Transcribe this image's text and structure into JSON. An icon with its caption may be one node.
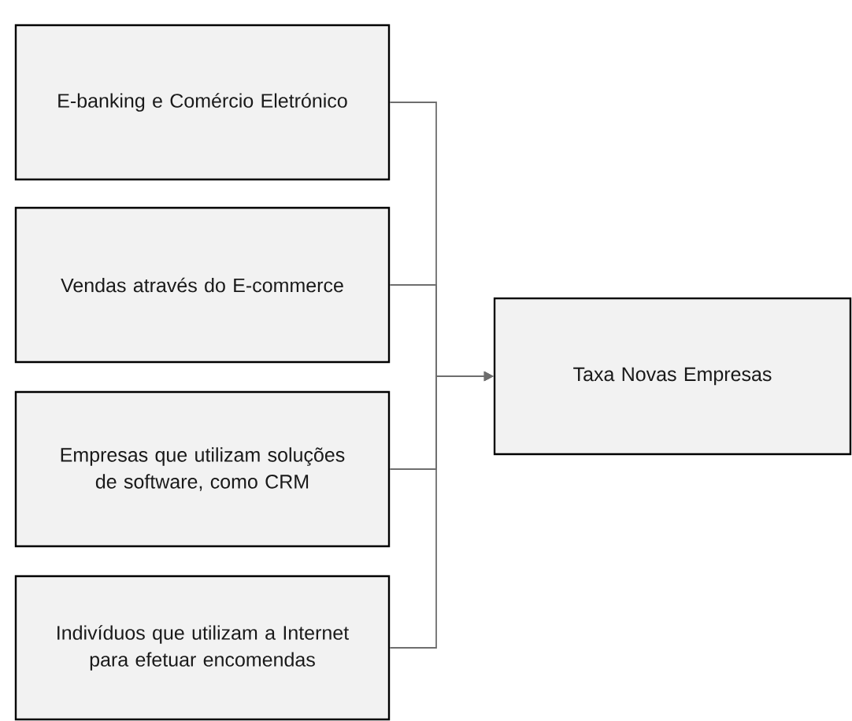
{
  "diagram": {
    "nodes": [
      {
        "text": [
          "E-banking e Comércio Eletrónico"
        ]
      },
      {
        "text": [
          "Vendas através do E-commerce"
        ]
      },
      {
        "text": [
          "Empresas que utilizam soluções de software, como CRM"
        ]
      },
      {
        "text": [
          "Indivíduos que utilizam a Internet para efetuar encomendas"
        ]
      },
      {
        "text": [
          "Taxa Novas Empresas"
        ]
      }
    ],
    "edges": [
      {
        "from": 0,
        "to": 4,
        "arrow": "to"
      },
      {
        "from": 1,
        "to": 4,
        "arrow": "to"
      },
      {
        "from": 2,
        "to": 4,
        "arrow": "to"
      },
      {
        "from": 3,
        "to": 4,
        "arrow": "to"
      }
    ]
  }
}
